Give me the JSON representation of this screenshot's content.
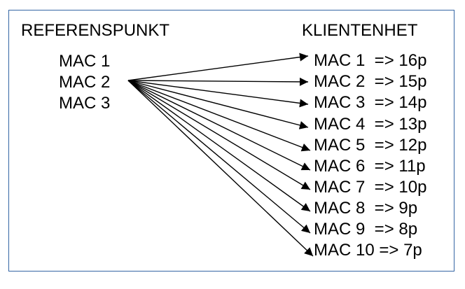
{
  "reference": {
    "title": "REFERENSPUNKT",
    "macs": [
      "MAC 1",
      "MAC 2",
      "MAC 3"
    ],
    "source_index": 1
  },
  "client": {
    "title": "KLIENTENHET",
    "entries": [
      "MAC 1  => 16p",
      "MAC 2  => 15p",
      "MAC 3  => 14p",
      "MAC 4  => 13p",
      "MAC 5  => 12p",
      "MAC 6  => 11p",
      "MAC 7  => 10p",
      "MAC 8  => 9p",
      "MAC 9  => 8p",
      "MAC 10 => 7p"
    ]
  },
  "colors": {
    "frame": "#3465a4",
    "arrow": "#000000",
    "text": "#000000"
  }
}
